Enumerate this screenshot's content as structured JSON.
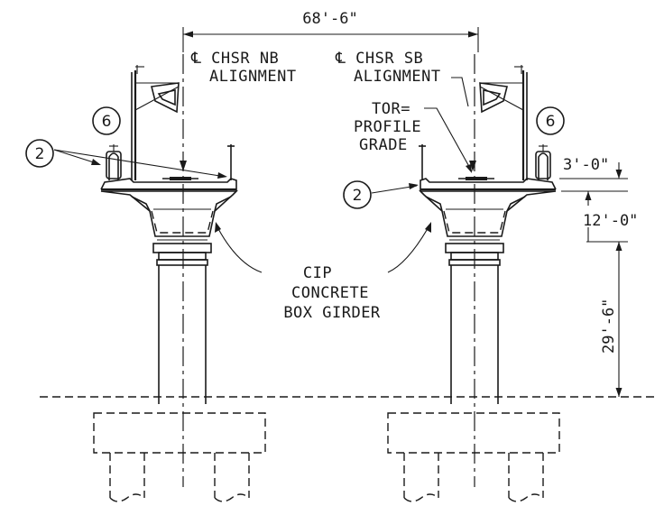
{
  "dimensions": {
    "span_between_alignments": "68'-6\"",
    "rail_to_deck": "3'-0\"",
    "girder_depth": "12'-0\"",
    "column_height": "29'-6\""
  },
  "labels": {
    "nb_alignment_line1": "℄ CHSR NB",
    "nb_alignment_line2": "ALIGNMENT",
    "sb_alignment_line1": "℄ CHSR SB",
    "sb_alignment_line2": "ALIGNMENT",
    "tor_line1": "TOR=",
    "tor_line2": "PROFILE",
    "tor_line3": "GRADE",
    "girder_line1": "CIP",
    "girder_line2": "CONCRETE",
    "girder_line3": "BOX GIRDER"
  },
  "callouts": {
    "ocs_left": "6",
    "ocs_right": "6",
    "barrier_left": "2",
    "barrier_right": "2"
  }
}
